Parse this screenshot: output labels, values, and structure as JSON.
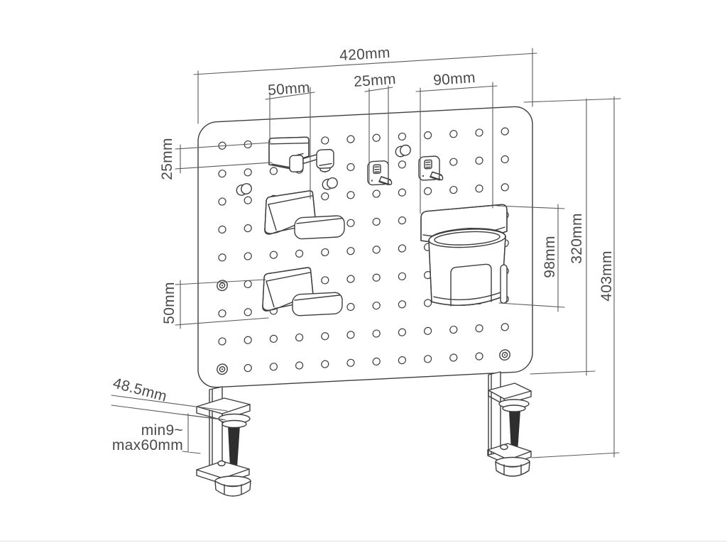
{
  "colors": {
    "line": "#3d3d3d",
    "dimension": "#5a5a5a",
    "background": "#ffffff",
    "screw_fill": "#2e2e2e",
    "frame_edge": "#e3e3e3"
  },
  "dimensions": {
    "top_width": "420mm",
    "hook_width": "50mm",
    "hook_spacing": "25mm",
    "cup_width": "90mm",
    "left_hook_height": "25mm",
    "left_stand_height": "50mm",
    "clamp_depth": "48.5mm",
    "clamp_range_line1": "min9~",
    "clamp_range_line2": "max60mm",
    "cup_height": "98mm",
    "panel_height": "320mm",
    "overall_height": "403mm"
  }
}
